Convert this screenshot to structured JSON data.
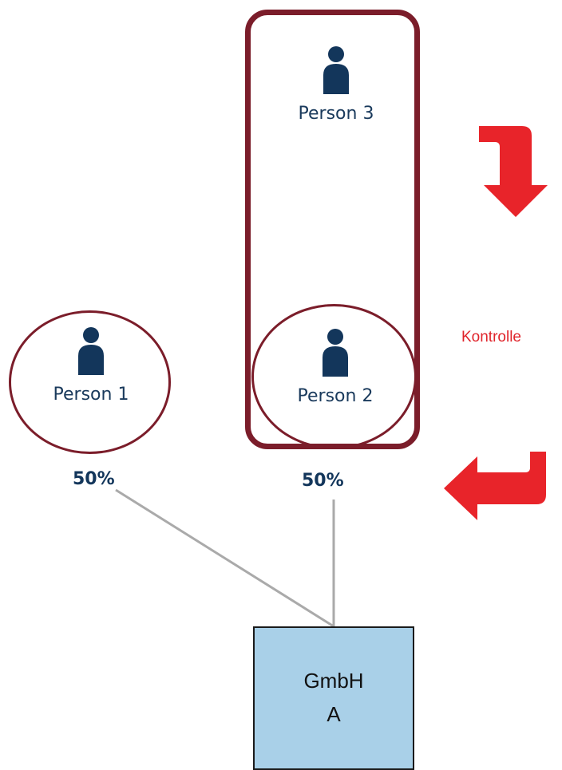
{
  "diagram": {
    "persons": [
      {
        "id": "person-1",
        "label": "Person 1",
        "share": "50%"
      },
      {
        "id": "person-2",
        "label": "Person 2",
        "share": "50%"
      },
      {
        "id": "person-3",
        "label": "Person 3"
      }
    ],
    "control_label": "Kontrolle",
    "company": {
      "line1": "GmbH",
      "line2": "A"
    },
    "colors": {
      "frame": "#7b1d2a",
      "person_icon": "#13365b",
      "share_text": "#13365b",
      "arrow": "#e8242a",
      "company_fill": "#a9d0e8",
      "connector": "#aaaaaa"
    }
  }
}
